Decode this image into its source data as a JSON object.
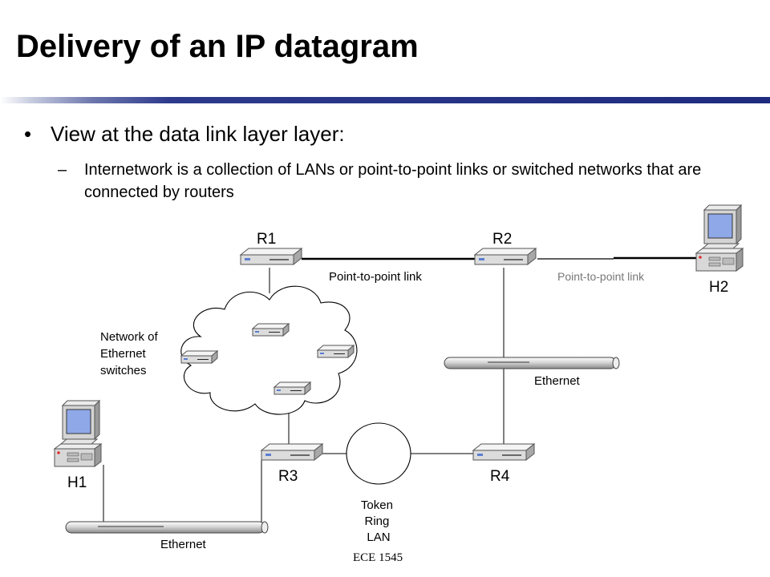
{
  "slide": {
    "title": "Delivery of an IP datagram",
    "bullets": [
      {
        "marker": "•",
        "text": "View at the data link layer layer:"
      },
      {
        "marker": "–",
        "text": "Internetwork is a collection of LANs or point-to-point links or switched networks that are connected by routers"
      }
    ],
    "footer": "ECE 1545"
  },
  "diagram": {
    "routers": {
      "r1": "R1",
      "r2": "R2",
      "r3": "R3",
      "r4": "R4"
    },
    "hosts": {
      "h1": "H1",
      "h2": "H2"
    },
    "links": {
      "p2p_link_1": "Point-to-point link",
      "p2p_link_2": "Point-to-point link",
      "ethernet_right": "Ethernet",
      "ethernet_bottom": "Ethernet"
    },
    "switch_cloud": {
      "lines": [
        "Network of",
        "Ethernet",
        "switches"
      ]
    },
    "token_ring": {
      "lines": [
        "Token",
        "Ring",
        "LAN"
      ]
    }
  },
  "colors": {
    "title_rule": "#1f2b7e",
    "screen": "#8fa8e8",
    "power_led": "#e03030"
  }
}
